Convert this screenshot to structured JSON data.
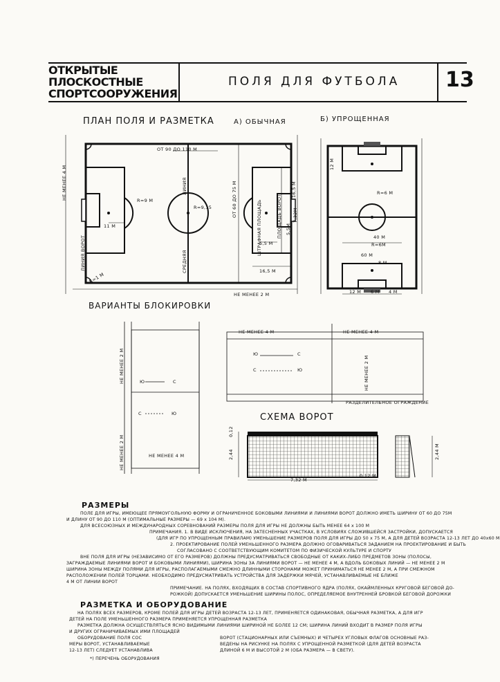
{
  "header": {
    "left_lines": [
      "ОТКРЫТЫЕ",
      "ПЛОСКОСТНЫЕ",
      "СПОРТСООРУЖЕНИЯ"
    ],
    "title": "ПОЛЯ ДЛЯ ФУТБОЛА",
    "page_number": "13"
  },
  "plan": {
    "title": "ПЛАН ПОЛЯ И РАЗМЕТКА",
    "variant_a": "А) ОБЫЧНАЯ",
    "variant_b": "Б) УПРОЩЕННАЯ",
    "labels": {
      "width": "ОТ 90  ДО 110 М",
      "length": "ОТ 60 ДО 75 М",
      "center_line": "ЛИНИЯ",
      "center_line2": "СРЕДНЯЯ",
      "goal_line": "ЛИНИЯ ВОРОТ",
      "min4": "НЕ МЕНЕЕ 4 М",
      "min2": "НЕ МЕНЕЕ 2 М",
      "r9": "R=9 М",
      "r915": "R=9,15",
      "d11": "11 М",
      "penalty_area": "ШТРАФНАЯ ПЛОЩАДЬ",
      "goal_area": "ПЛОЩАДЬ ВОРОТ",
      "d165": "16,5 М",
      "d165b": "16,5 М",
      "d55": "5,5 М",
      "d55b": "5,5М",
      "d732": "7,32М",
      "r1": "R=1 М",
      "s_12": "12 М",
      "s_r6": "R=6 М",
      "s_r6b": "R=6М",
      "s_40": "40 М",
      "s_60": "60 М",
      "s_8": "8 М",
      "s_12b": "12 М",
      "s_6": "6 М",
      "s_4": "4 М"
    }
  },
  "blocking": {
    "title": "ВАРИАНТЫ БЛОКИРОВКИ",
    "min2a": "НЕ МЕНЕЕ 2 М",
    "min2b": "НЕ МЕНЕЕ 2 М",
    "min4a": "НЕ МЕНЕЕ 4 М",
    "min4b": "НЕ МЕНЕЕ 4 М",
    "min4c": "НЕ МЕНЕЕ 4 М",
    "min2c": "НЕ МЕНЕЕ 2 М",
    "ju": "Ю",
    "s": "С",
    "fence": "РАЗДЕЛИТЕЛЬНОЕ ОГРАЖДЕНИЕ"
  },
  "goal": {
    "title": "СХЕМА ВОРОТ",
    "h1": "2,44",
    "h1b": "0,12",
    "w": "7,32 М",
    "post": "0,12 М",
    "h2": "2,44 М"
  },
  "text": {
    "sizes_h": "РАЗМЕРЫ",
    "sizes": [
      "ПОЛЕ ДЛЯ ИГРЫ, ИМЕЮЩЕЕ ПРЯМОУГОЛЬНУЮ ФОРМУ И ОГРАНИЧЕННОЕ БОКОВЫМИ ЛИНИЯМИ И ЛИНИЯМИ ВОРОТ ДОЛЖНО ИМЕТЬ ШИРИНУ ОТ 60 ДО 75М",
      "И ДЛИНУ ОТ 90 ДО 110 М (ОПТИМАЛЬНЫЕ РАЗМЕРЫ — 69 х 104 М).",
      "ДЛЯ ВСЕСОЮЗНЫХ И МЕЖДУНАРОДНЫХ СОРЕВНОВАНИЙ РАЗМЕРЫ ПОЛЯ ДЛЯ ИГРЫ НЕ ДОЛЖНЫ БЫТЬ МЕНЕЕ 64 х 100 М",
      "ПРИМЕЧАНИЯ. 1. В ВИДЕ ИСКЛЮЧЕНИЯ, НА ЗАТЕСНЕННЫХ УЧАСТКАХ, В УСЛОВИЯХ СЛОЖИВШЕЙСЯ ЗАСТРОЙКИ, ДОПУСКАЕТСЯ",
      "(ДЛЯ ИГР ПО УПРОЩЕННЫМ ПРАВИЛАМ) УМЕНЬШЕНИЕ РАЗМЕРОВ ПОЛЯ ДЛЯ ИГРЫ ДО 50 х 75 М, А ДЛЯ ДЕТЕЙ ВОЗРАСТА 12-13 ЛЕТ ДО 40х60 М",
      "2. ПРОЕКТИРОВАНИЕ ПОЛЕЙ УМЕНЬШЕННОГО РАЗМЕРА ДОЛЖНО ОГОВАРИВАТЬСЯ ЗАДАНИЕМ НА ПРОЕКТИРОВАНИЕ И БЫТЬ",
      "СОГЛАСОВАНО С СООТВЕТСТВУЮЩИМ КОМИТЕТОМ ПО ФИЗИЧЕСКОЙ КУЛЬТУРЕ И СПОРТУ",
      "ВНЕ ПОЛЯ ДЛЯ ИГРЫ (НЕЗАВИСИМО ОТ ЕГО РАЗМЕРОВ) ДОЛЖНЫ ПРЕДУСМАТРИВАТЬСЯ СВОБОДНЫЕ ОТ КАКИХ-ЛИБО ПРЕДМЕТОВ ЗОНЫ (ПОЛОСЫ,",
      "ЗАГРАЖДАЕМЫЕ ЛИНИЯМИ ВОРОТ И БОКОВЫМИ ЛИНИЯМИ), ШИРИНА ЗОНЫ ЗА ЛИНИЯМИ ВОРОТ — НЕ МЕНЕЕ 4 М, А ВДОЛЬ БОКОВЫХ ЛИНИЙ — НЕ МЕНЕЕ 2 М",
      "ШИРИНА ЗОНЫ МЕЖДУ ПОЛЯМИ ДЛЯ ИГРЫ, РАСПОЛАГАЕМЫМИ СМЕЖНО ДЛИННЫМИ СТОРОНАМИ МОЖЕТ ПРИНИМАТЬСЯ НЕ МЕНЕЕ 2 М, А ПРИ СМЕЖНОМ",
      "РАСПОЛОЖЕНИИ ПОЛЕЙ ТОРЦАМИ. НЕОБХОДИМО ПРЕДУСМАТРИВАТЬ УСТРОЙСТВА ДЛЯ ЗАДЕРЖКИ МЯЧЕЙ, УСТАНАВЛИВАЕМЫЕ НЕ БЛИЖЕ",
      "4 М ОТ ЛИНИИ ВОРОТ",
      "ПРИМЕЧАНИЕ. НА ПОЛЯХ, ВХОДЯЩИХ В СОСТАВ СПОРТИВНОГО ЯДРА (ПОЛЯХ, ОКАЙМЛЕННЫХ КРУГОВОЙ БЕГОВОЙ ДО-",
      "РОЖКОЙ) ДОПУСКАЕТСЯ УМЕНЬШЕНИЕ ШИРИНЫ ПОЛОС, ОПРЕДЕЛЯЕМОЕ ВНУТРЕННЕЙ БРОВКОЙ БЕГОВОЙ ДОРОЖКИ"
    ],
    "mark_h": "РАЗМЕТКА И ОБОРУДОВАНИЕ",
    "mark": [
      "НА ПОЛЯХ ВСЕХ РАЗМЕРОВ, КРОМЕ ПОЛЕЙ ДЛЯ ИГРЫ ДЕТЕЙ ВОЗРАСТА 12-13 ЛЕТ, ПРИМЕНЯЕТСЯ ОДИНАКОВАЯ, ОБЫЧНАЯ РАЗМЕТКА, А ДЛЯ ИГР",
      "ДЕТЕЙ НА ПОЛЕ УМЕНЬШЕННОГО РАЗМЕРА ПРИМЕНЯЕТСЯ УПРОЩЕННАЯ РАЗМЕТКА",
      "РАЗМЕТКА ДОЛЖНА ОСУЩЕСТВЛЯТЬСЯ ЯСНО ВИДИМЫМИ ЛИНИЯМИ ШИРИНОЙ НЕ БОЛЕЕ 12 СМ; ШИРИНА ЛИНИЙ ВХОДИТ В РАЗМЕР ПОЛЯ ИГРЫ",
      "И ДРУГИХ ОГРАНИЧИВАЕМЫХ ИМИ ПЛОЩАДЕЙ",
      "ОБОРУДОВАНИЕ ПОЛЯ СОС",
      "МЕРЫ ВОРОТ, УСТАНАВЛИВАЕМЫЕ",
      "12-13 ЛЕТ) СЛЕДУЕТ УСТАНАВЛИВА"
    ],
    "mark_right": [
      "ВОРОТ (СТАЦИОНАРНЫХ ИЛИ СЪЕМНЫХ) И ЧЕТЫРЕХ УГЛОВЫХ ФЛАГОВ ОСНОВНЫЕ РАЗ-",
      "ВЕДЕНЫ НА РИСУНКЕ НА ПОЛЯХ С УПРОЩЕННОЙ РАЗМЕТКОЙ (ДЛЯ ДЕТЕЙ ВОЗРАСТА",
      "ДЛИНОЙ 6 М И ВЫСОТОЙ 2 М (ОБА РАЗМЕРА — В СВЕТУ)."
    ],
    "footnote": "*) ПЕРЕЧЕНЬ ОБОРУДОВАНИЯ"
  }
}
